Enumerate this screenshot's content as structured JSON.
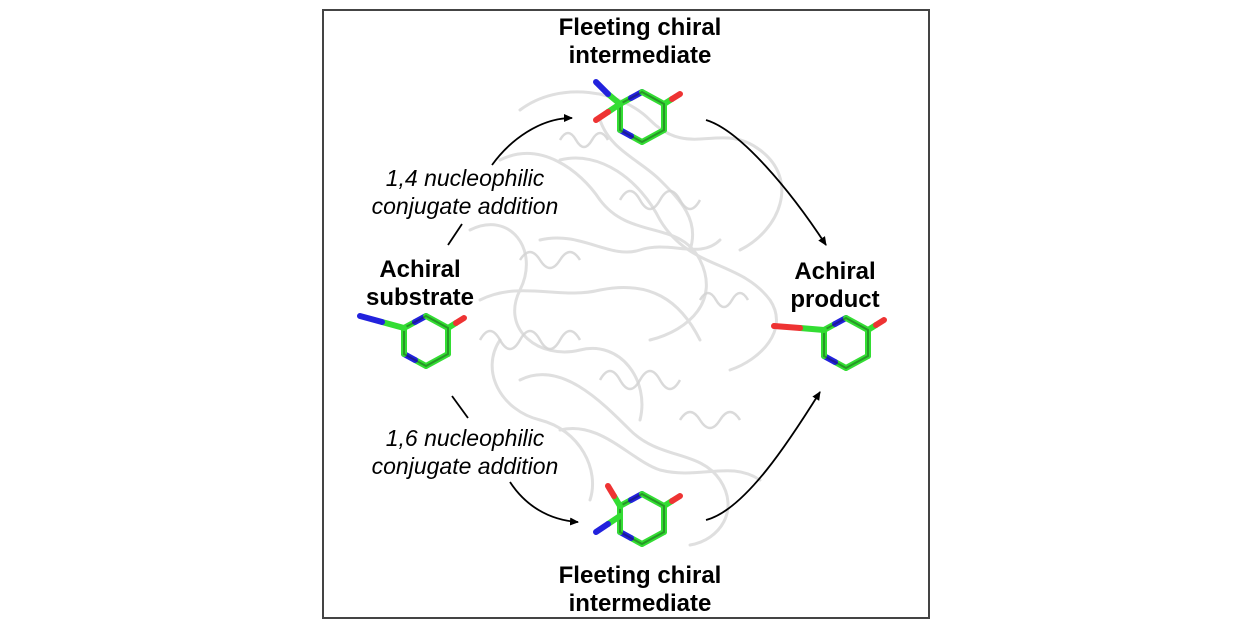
{
  "labels": {
    "top_intermediate": [
      "Fleeting chiral",
      "intermediate"
    ],
    "bottom_intermediate": [
      "Fleeting chiral",
      "intermediate"
    ],
    "substrate": [
      "Achiral",
      "substrate"
    ],
    "product": [
      "Achiral",
      "product"
    ],
    "addition_14": [
      "1,4 nucleophilic",
      "conjugate addition"
    ],
    "addition_16": [
      "1,6 nucleophilic",
      "conjugate addition"
    ]
  },
  "colors": {
    "carbon": "#33dd33",
    "nitrogen": "#2222dd",
    "oxygen": "#ee3333",
    "frame": "#444444",
    "protein": "#dcdcdc",
    "arrow": "#000000"
  }
}
